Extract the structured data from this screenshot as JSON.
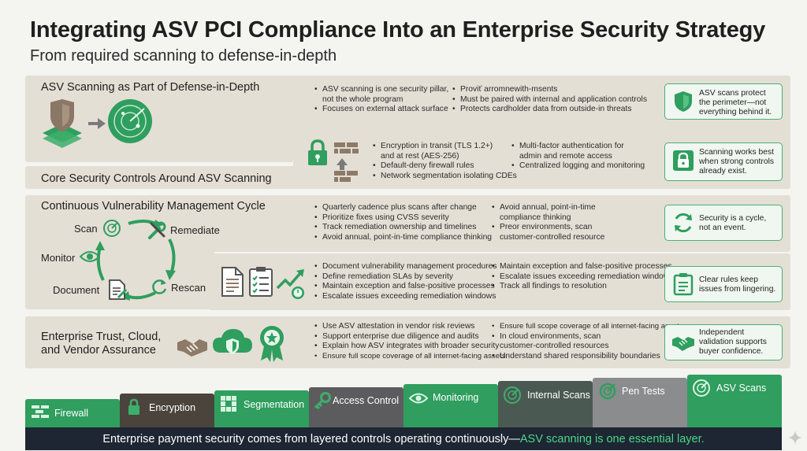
{
  "header": {
    "title": "Integrating ASV PCI Compliance Into an Enterprise Security Strategy",
    "subtitle": "From required scanning to defense-in-depth"
  },
  "sections": {
    "asv": {
      "title": "ASV Scanning as Part of Defense-in-Depth",
      "col1": [
        "ASV scanning is one security pillar,",
        "not the whole program",
        "Focuses on external attack surface"
      ],
      "col2": [
        "Proviť arromnewith-msents",
        "Must be paired with internal and application controls",
        "Protects cardholder data from outside-in threats"
      ],
      "callout": "ASV scans protect the perimeter—not everything behind it.",
      "callout_icon": "shield-icon"
    },
    "core": {
      "title": "Core Security Controls Around ASV Scanning",
      "col1": [
        "Encryption in transit (TLS 1.2+)",
        "and at rest (AES-256)",
        "Default-deny firewall rules",
        "Network segmentation isolating CDEs"
      ],
      "col2": [
        "Multi-factor authentication for",
        "admin and remote access",
        "Centralized logging and monitoring"
      ],
      "callout": "Scanning works best when strong controls already exist.",
      "callout_icon": "lock-icon"
    },
    "cycle": {
      "title": "Continuous Vulnerability Management Cycle",
      "labels": {
        "scan": "Scan",
        "remediate": "Remediate",
        "monitor": "Monitor",
        "document": "Document",
        "rescan": "Rescan"
      },
      "col1": [
        "Quarterly cadence plus scans after change",
        "Prioritize fixes using CVSS severity",
        "Track remediation ownership and timelines",
        "Avoid annual, point-in-time compliance thinking"
      ],
      "col2": [
        "Avoid annual, point-in-time",
        "compliance thinking",
        "Preor environments, scan",
        "customer-controlled resource"
      ],
      "callout": "Security is a cycle, not an event.",
      "callout_icon": "cycle-icon"
    },
    "rules": {
      "col1": [
        "Document vulnerability management procedures",
        "Define remediation SLAs by severity",
        "Maintain exception and false-positive processes",
        "Escalate issues exceeding remediation windows"
      ],
      "col2": [
        "Maintain exception and false-positive processes",
        "Escalate issues exceeding remediation windows",
        "Track all findings to resolution"
      ],
      "callout": "Clear rules keep issues from lingering.",
      "callout_icon": "checklist-icon"
    },
    "trust": {
      "title_line1": "Enterprise Trust, Cloud,",
      "title_line2": "and Vendor Assurance",
      "col1": [
        "Use ASV attestation in vendor risk reviews",
        "Support enterprise due diligence and audits",
        "Explain how ASV integrates with broader security",
        "Ensure full scope coverage of all internet-facing assets"
      ],
      "col2": [
        "Ensure full scope coverage of all internet-facing assets",
        "In cloud environments, scan",
        "customer-controlled resources",
        "Understand shared responsibility boundaries"
      ],
      "callout": "Independent validation supports buyer confidence.",
      "callout_icon": "handshake-icon"
    }
  },
  "layers": [
    {
      "label": "Firewall",
      "icon": "firewall-icon",
      "color": "#2f9e5e"
    },
    {
      "label": "Encryption",
      "icon": "lock-icon",
      "color": "#4a443c"
    },
    {
      "label": "Segmentation",
      "icon": "grid-icon",
      "color": "#2f9e5e"
    },
    {
      "label": "Access Control",
      "icon": "key-icon",
      "color": "#5c5c5e"
    },
    {
      "label": "Monitoring",
      "icon": "eye-icon",
      "color": "#2f9e5e"
    },
    {
      "label": "Internal Scans",
      "icon": "radar-icon",
      "color": "#4a5a52"
    },
    {
      "label": "Pen Tests",
      "icon": "target-icon",
      "color": "#8a8c8e"
    },
    {
      "label": "ASV Scans",
      "icon": "radar-icon",
      "color": "#2f9e5e"
    }
  ],
  "footer": {
    "text": "Enterprise payment security comes from layered controls operating continuously—",
    "highlight": "ASV scanning is one essential layer."
  }
}
